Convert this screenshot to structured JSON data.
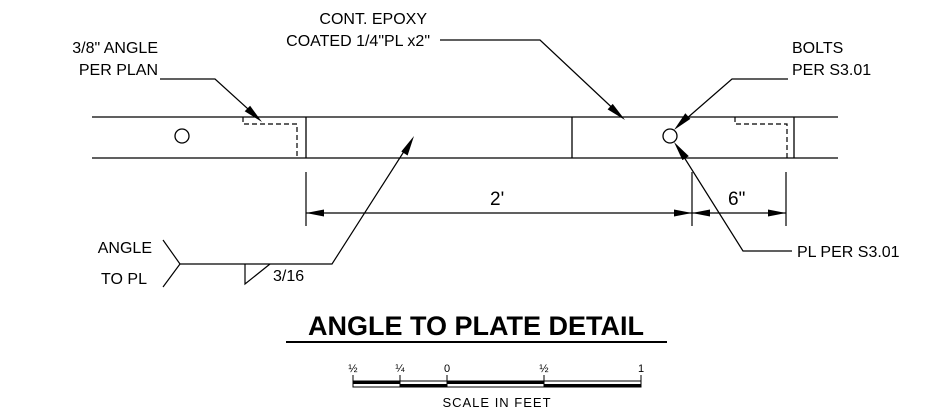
{
  "labels": {
    "angle_callout_line1": "3/8\" ANGLE",
    "angle_callout_line2": "PER PLAN",
    "epoxy_callout_line1": "CONT. EPOXY",
    "epoxy_callout_line2": "COATED 1/4\"PL x2\"",
    "bolts_callout_line1": "BOLTS",
    "bolts_callout_line2": "PER S3.01",
    "plate_callout": "PL PER S3.01",
    "weld_callout_line1": "ANGLE",
    "weld_callout_line2": "TO PL",
    "weld_size": "3/16",
    "dim_long": "2'",
    "dim_short": "6\""
  },
  "title": "ANGLE TO PLATE DETAIL",
  "scale_bar": {
    "ticks": [
      "½",
      "¼",
      "0",
      "½",
      "1"
    ],
    "caption": "SCALE IN FEET"
  }
}
